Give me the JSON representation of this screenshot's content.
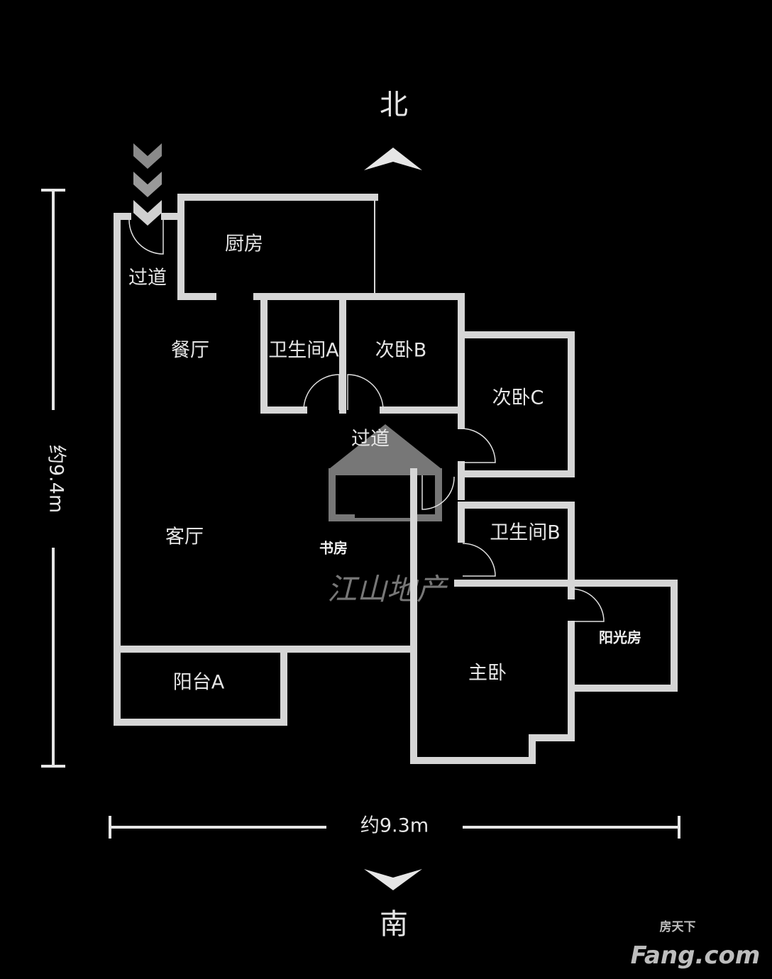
{
  "compass": {
    "north": "北",
    "south": "南"
  },
  "dimensions": {
    "height": "约9.4m",
    "width": "约9.3m"
  },
  "rooms": {
    "kitchen": "厨房",
    "corridor_entry": "过道",
    "dining": "餐厅",
    "bathroom_a": "卫生间A",
    "bedroom_b": "次卧B",
    "bedroom_c": "次卧C",
    "corridor": "过道",
    "living": "客厅",
    "study": "书房",
    "bathroom_b": "卫生间B",
    "sunroom": "阳光房",
    "master": "主卧",
    "balcony_a": "阳台A"
  },
  "watermark": {
    "text": "江山地产"
  },
  "logo": {
    "cn": "房天下",
    "en": "Fang.com"
  },
  "colors": {
    "background": "#000000",
    "wall": "#d6d6d6",
    "watermark": "#7a7a7a"
  }
}
